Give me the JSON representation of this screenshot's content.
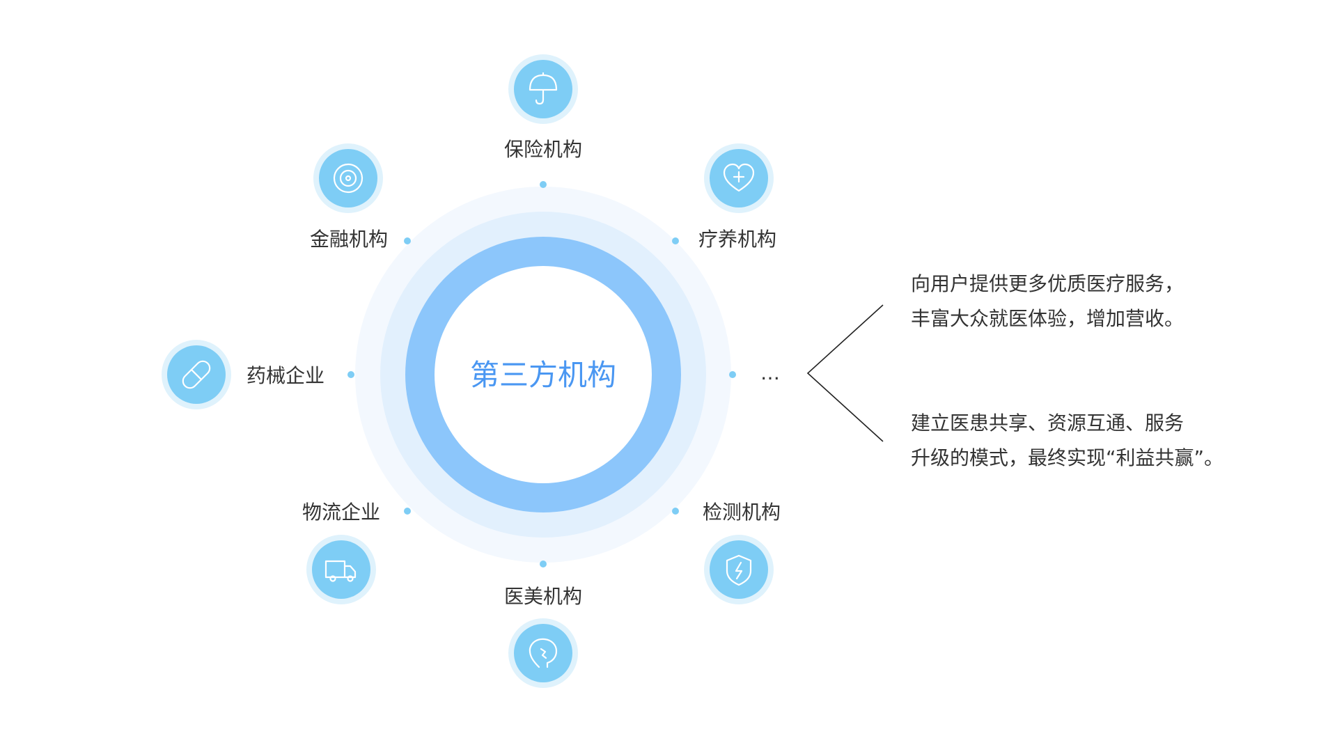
{
  "center": {
    "label": "第三方机构"
  },
  "nodes": [
    {
      "label": "保险机构",
      "icon": "umbrella-icon"
    },
    {
      "label": "疗养机构",
      "icon": "heart-plus-icon"
    },
    {
      "label": "…",
      "icon": ""
    },
    {
      "label": "检测机构",
      "icon": "shield-bolt-icon"
    },
    {
      "label": "医美机构",
      "icon": "face-profile-icon"
    },
    {
      "label": "物流企业",
      "icon": "truck-icon"
    },
    {
      "label": "药械企业",
      "icon": "pill-icon"
    },
    {
      "label": "金融机构",
      "icon": "coin-icon"
    }
  ],
  "descriptions": [
    {
      "lines": [
        "向用户提供更多优质医疗服务，",
        "丰富大众就医体验，增加营收。"
      ]
    },
    {
      "lines": [
        "建立医患共享、资源互通、服务",
        "升级的模式，最终实现“利益共赢”。"
      ]
    }
  ],
  "colors": {
    "accent_text": "#4a97f2",
    "ring": "#8cc6fb",
    "icon_disc": "#7ecdf5"
  }
}
